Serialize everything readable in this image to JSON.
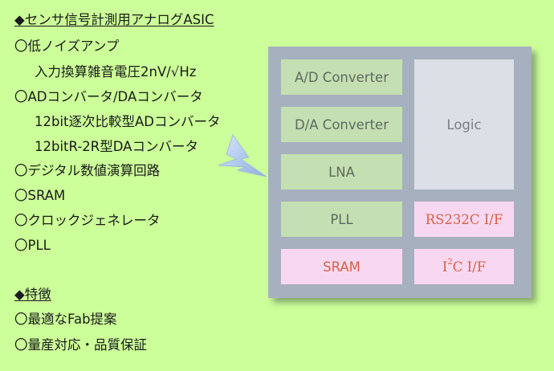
{
  "spec": {
    "heading": "◆センサ信号計測用アナログASIC",
    "items": [
      "〇低ノイズアンプ",
      "入力換算雑音電圧2nV/√Hz",
      "〇ADコンバータ/DAコンバータ",
      "12bit逐次比較型ADコンバータ",
      "12bitR-2R型DAコンバータ",
      "〇デジタル数値演算回路",
      "〇SRAM",
      "〇クロックジェネレータ",
      "〇PLL"
    ]
  },
  "features": {
    "heading": "◆特徴",
    "items": [
      "〇最適なFab提案",
      "〇量産対応・品質保証"
    ]
  },
  "chip": {
    "ad_converter": "A/D Converter",
    "da_converter": "D/A Converter",
    "lna": "LNA",
    "pll": "PLL",
    "sram": "SRAM",
    "logic": "Logic",
    "rs232c": "RS232C I/F",
    "i2c_prefix": "I",
    "i2c_sup": "2",
    "i2c_suffix": "C I/F"
  },
  "colors": {
    "background": "#ccff99",
    "chip_frame": "#a7b0bf",
    "analog_block": "#c4dfb2",
    "interface_block": "#f7d8f0",
    "logic_block": "#dcdfe5",
    "interface_text": "#d6604a",
    "signal_icon": "#a8c2e8"
  },
  "icons": {
    "signal": "lightning-signal-icon"
  }
}
